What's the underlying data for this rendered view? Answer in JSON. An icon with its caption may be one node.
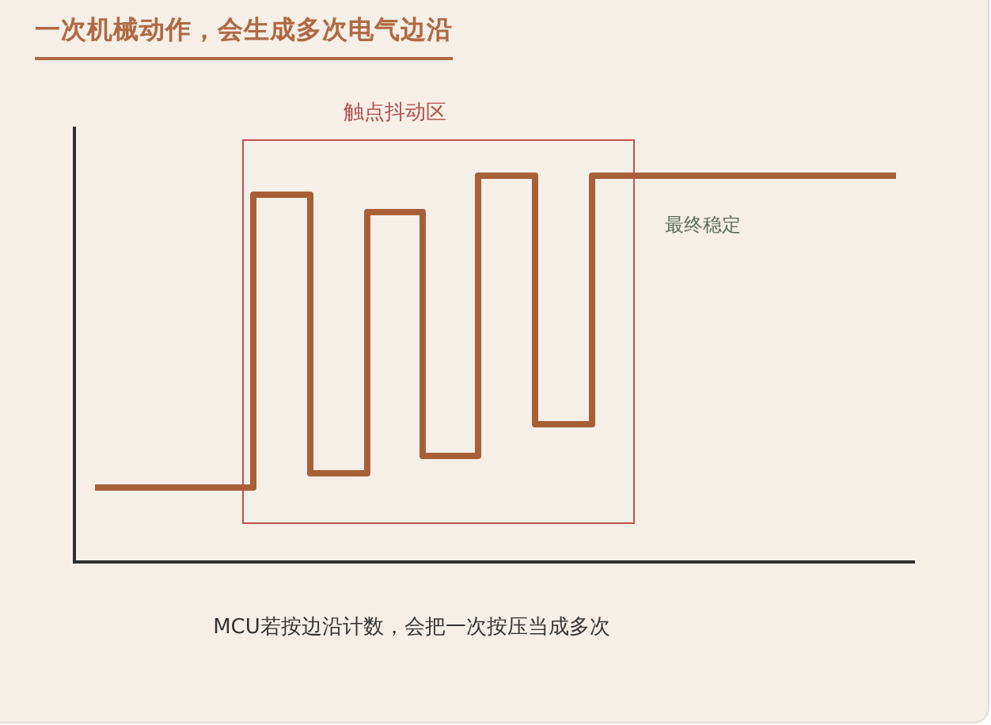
{
  "diagram": {
    "title": "一次机械动作，会生成多次电气边沿",
    "caption": "MCU若按边沿计数，会把一次按压当成多次",
    "nodes": [
      {
        "text": [
          "触点抖动区"
        ]
      }
    ],
    "labels": [
      "最终稳定"
    ]
  }
}
